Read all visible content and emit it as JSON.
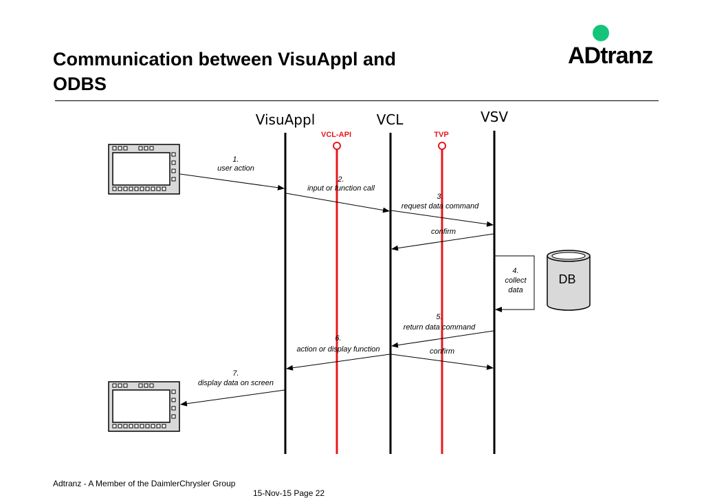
{
  "slide": {
    "title_line1": "Communication between VisuAppl and",
    "title_line2": "ODBS",
    "logo_text": "ADtranz",
    "footer_left": "Adtranz - A Member of the DaimlerChrysler Group",
    "footer_right": "15-Nov-15   Page 22"
  },
  "diagram": {
    "lanes": [
      "VisuAppl",
      "VCL",
      "VSV"
    ],
    "interfaces": [
      "VCL-API",
      "TVP"
    ],
    "database_label": "DB",
    "messages": [
      {
        "step": "1.",
        "text": "user action"
      },
      {
        "step": "2.",
        "text": "input or function call"
      },
      {
        "step": "3.",
        "text": "request data command"
      },
      {
        "step": "",
        "text": "confirm"
      },
      {
        "step": "4.",
        "lines": [
          "collect",
          "data"
        ]
      },
      {
        "step": "5.",
        "text": "return data command"
      },
      {
        "step": "6.",
        "text": "action or display function"
      },
      {
        "step": "",
        "text": "confirm"
      },
      {
        "step": "7.",
        "text": "display data on screen"
      }
    ]
  },
  "colors": {
    "interface_red": "#e8161b",
    "logo_green": "#14c47a"
  }
}
